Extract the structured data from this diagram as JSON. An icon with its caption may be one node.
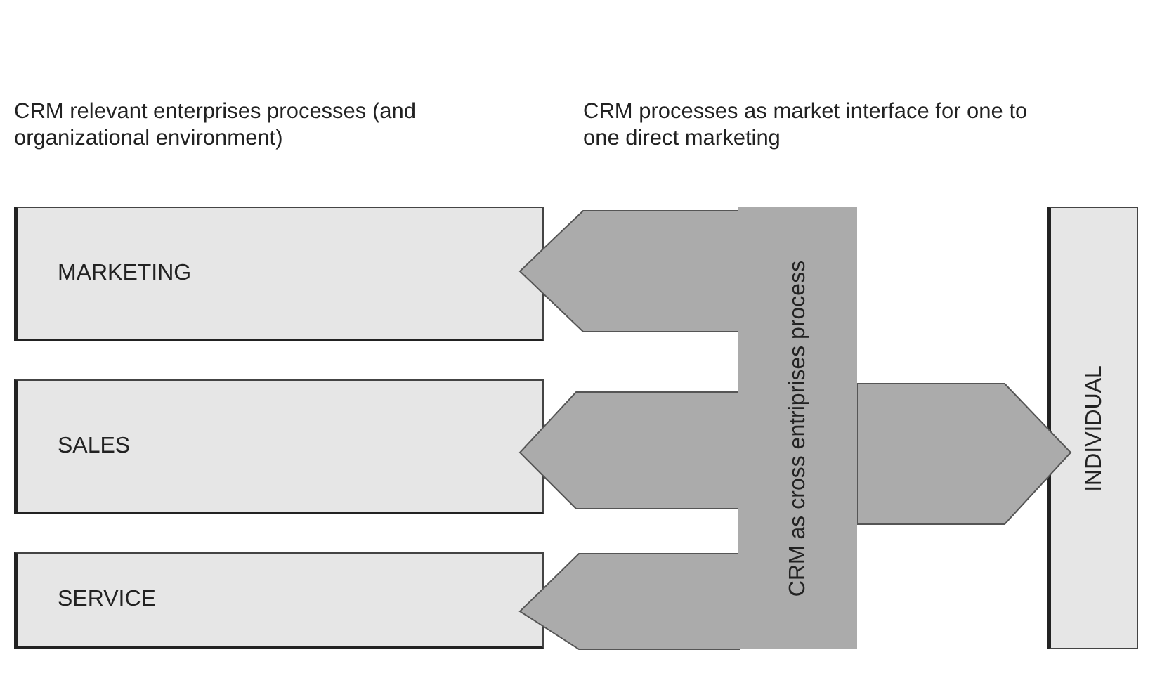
{
  "diagram": {
    "nodes": [
      {
        "text": [
          "MARKETING"
        ]
      },
      {
        "text": [
          "SALES"
        ]
      },
      {
        "text": [
          "SERVICE"
        ]
      },
      {
        "text": [
          "CRM as cross entriprises process"
        ]
      },
      {
        "text": [
          "INDIVIDUAL"
        ]
      }
    ],
    "edges": [
      {
        "from": 3,
        "to": 0,
        "arrow": "to"
      },
      {
        "from": 3,
        "to": 1,
        "arrow": "to"
      },
      {
        "from": 3,
        "to": 2,
        "arrow": "to"
      },
      {
        "from": 3,
        "to": 4,
        "arrow": "to"
      }
    ],
    "labels": [
      "CRM relevant enterprises processes (and organizational environment)",
      "CRM processes as market interface for one to one direct marketing"
    ]
  }
}
